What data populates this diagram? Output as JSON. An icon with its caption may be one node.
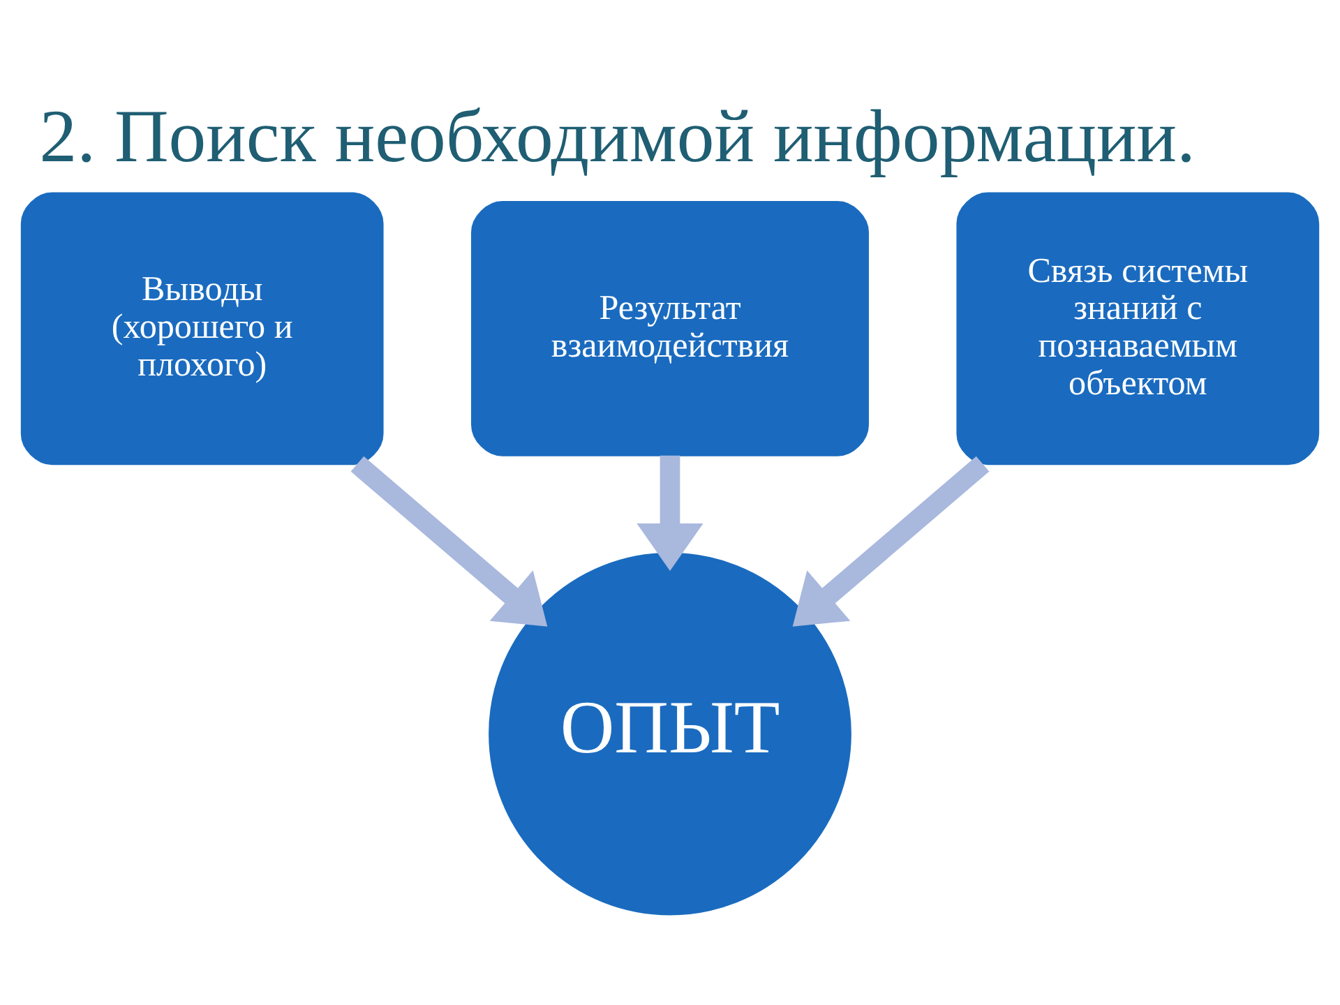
{
  "diagram": {
    "title": "2. Поиск необходимой информации.",
    "nodes": [
      {
        "text": [
          "Результат взаимодействия"
        ]
      },
      {
        "text": [
          "Выводы",
          "(хорошего и плохого)"
        ]
      },
      {
        "text": [
          "Связь системы знаний с познаваемым объектом"
        ]
      },
      {
        "text": [
          "ОПЫТ"
        ]
      }
    ],
    "edges": [
      {
        "from": 0,
        "to": 3,
        "arrow": "to"
      },
      {
        "from": 1,
        "to": 3,
        "arrow": "to"
      },
      {
        "from": 2,
        "to": 3,
        "arrow": "to"
      }
    ]
  }
}
